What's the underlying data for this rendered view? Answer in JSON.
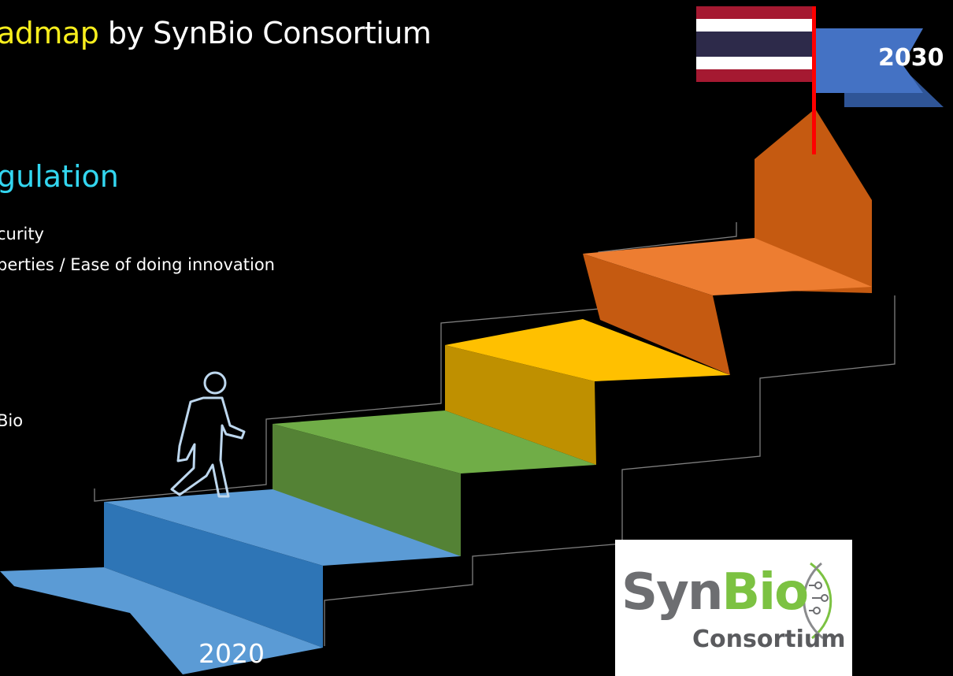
{
  "title": {
    "highlight": "admap",
    "rest": " by SynBio Consortium"
  },
  "section": {
    "heading": "gulation",
    "bullets": [
      "curity",
      "perties / Ease of doing innovation",
      "Bio"
    ]
  },
  "staircase": {
    "start_year": "2020",
    "goal_year": "2030",
    "step_colors": [
      "#5b9bd5",
      "#70ad47",
      "#ffc000",
      "#ed7d31"
    ],
    "person_icon": "walking-person-icon",
    "flag_icon": "thailand-flag-icon"
  },
  "logo": {
    "syn": "Syn",
    "bio": "Bio",
    "sub": "Consortium",
    "icon": "dna-helix-icon"
  },
  "colors": {
    "title_highlight": "#f8ee1d",
    "heading": "#33d6f0",
    "flag_banner": "#4472c4",
    "flag_pole": "#ff0000"
  }
}
